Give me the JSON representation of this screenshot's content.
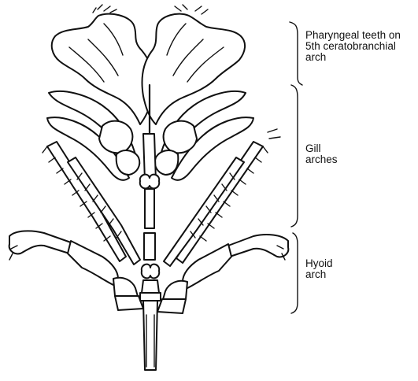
{
  "labels": {
    "pharyngeal_teeth": "Pharyngeal teeth on\n5th ceratobranchial\narch",
    "gill_arches": "Gill\narches",
    "hyoid_arch": "Hyoid\narch"
  }
}
